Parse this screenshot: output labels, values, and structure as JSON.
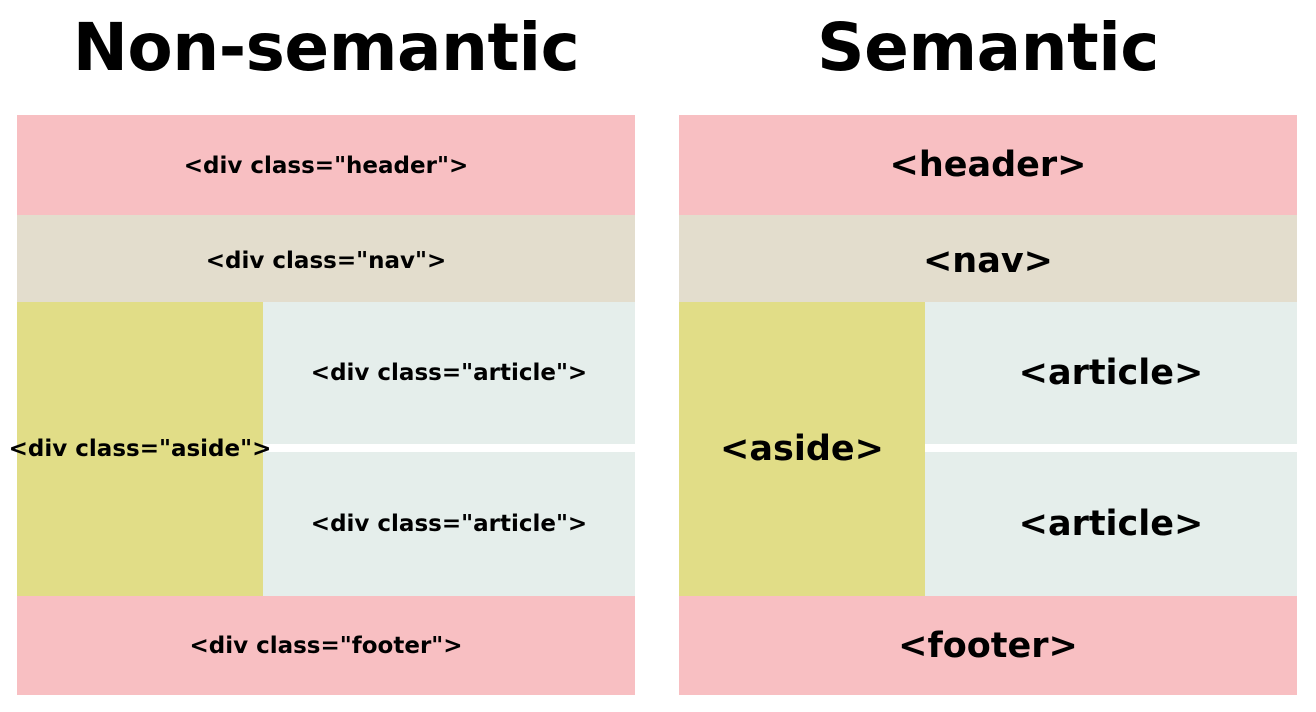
{
  "panels": [
    {
      "id": "non-semantic",
      "title": "Non-semantic",
      "blocks": {
        "header": "<div class=\"header\">",
        "nav": "<div class=\"nav\">",
        "aside": "<div class=\"aside\">",
        "article_1": "<div class=\"article\">",
        "article_2": "<div class=\"article\">",
        "footer": "<div class=\"footer\">"
      }
    },
    {
      "id": "semantic",
      "title": "Semantic",
      "blocks": {
        "header": "<header>",
        "nav": "<nav>",
        "aside": "<aside>",
        "article_1": "<article>",
        "article_2": "<article>",
        "footer": "<footer>"
      }
    }
  ],
  "colors": {
    "header": "#F8BFC2",
    "nav": "#E3DDCD",
    "aside": "#E1DD87",
    "article": "#E5EEEB",
    "footer": "#F8BFC2",
    "page_background": "#FFFFFF",
    "text": "#000000"
  }
}
